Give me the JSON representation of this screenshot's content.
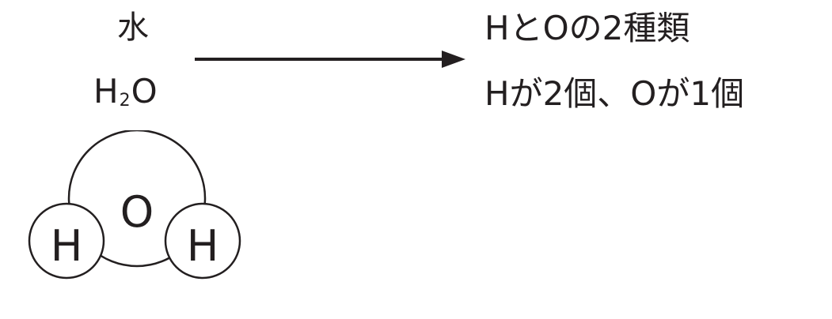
{
  "left": {
    "substance_name": "水",
    "formula": {
      "element_1": "H",
      "subscript": "2",
      "element_2": "O"
    }
  },
  "right": {
    "line_1": "HとOの2種類",
    "line_2": "Hが2個、Oが1個"
  },
  "molecule": {
    "center_atom": "O",
    "left_atom": "H",
    "right_atom": "H"
  }
}
